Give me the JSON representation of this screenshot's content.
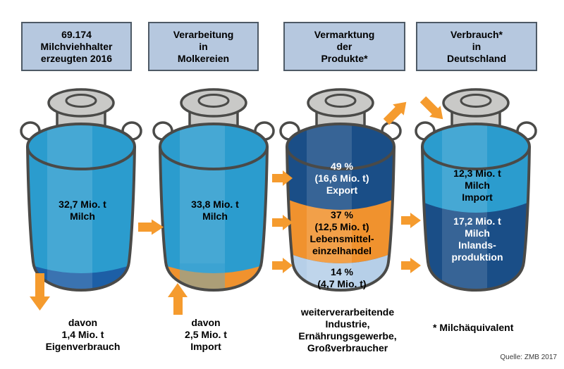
{
  "headers": [
    {
      "label": "69.174\nMilchviehhalter\nerzeugten 2016"
    },
    {
      "label": "Verarbeitung\nin\nMolkereien"
    },
    {
      "label": "Vermarktung\nder\nProdukte*"
    },
    {
      "label": "Verbrauch*\nin\nDeutschland"
    }
  ],
  "cans": {
    "farm": {
      "label": "32,7 Mio. t\nMilch",
      "note": "davon\n1,4 Mio. t\nEigenverbrauch"
    },
    "dairy": {
      "label": "33,8 Mio. t\nMilch",
      "note": "davon\n2,5 Mio. t\nImport"
    },
    "marketing": {
      "export_label": "49 %\n(16,6 Mio. t)\nExport",
      "retail_label": "37 %\n(12,5 Mio. t)\nLebensmittel-\neinzelhandel",
      "processing_label": "14 %\n(4,7 Mio. t)",
      "note": "weiterverarbeitende\nIndustrie,\nErnährungsgewerbe,\nGroßverbraucher"
    },
    "consumption": {
      "import_label": "12,3 Mio. t\nMilch\nImport",
      "domestic_label": "17,2 Mio. t\nMilch\nInlands-\nproduktion",
      "note": "* Milchäquivalent"
    }
  },
  "source": "Quelle: ZMB 2017",
  "icons": {
    "arrow-right-icon": "orange triangle flow arrow",
    "arrow-down-icon": "orange triangle flow arrow",
    "arrow-up-icon": "orange triangle flow arrow",
    "arrow-up-right-icon": "orange diagonal export arrow",
    "arrow-down-right-icon": "orange diagonal import arrow"
  },
  "colors": {
    "can_cyan": "#2B9CCE",
    "dark_blue_segment": "#1A4E87",
    "bottom_band_blue": "#1D5FA6",
    "orange_segment": "#F0922E",
    "arrow_orange": "#F59B2E",
    "light_blue_segment": "#B6CFE8",
    "header_box_fill": "#B6C8DF",
    "lid_gray": "#C9C9C7",
    "outline": "#4A4A48"
  }
}
